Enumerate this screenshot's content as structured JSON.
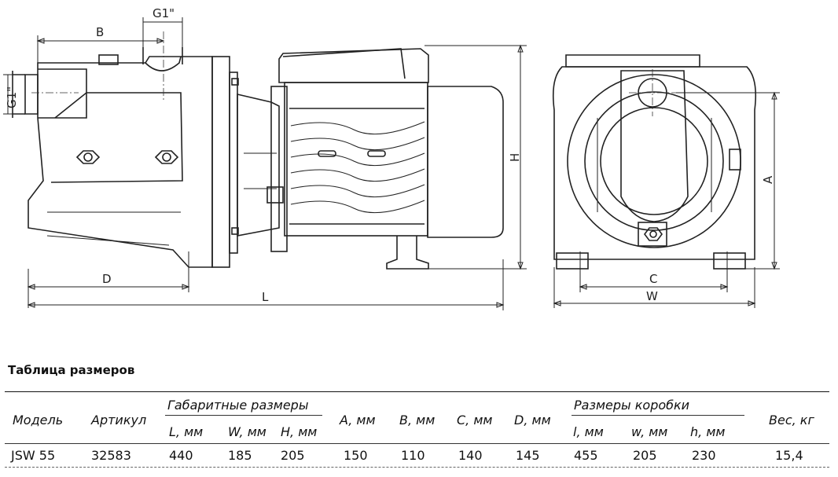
{
  "drawing": {
    "labels": {
      "g1_top": "G1\"",
      "g1_side": "G1\"",
      "b": "B",
      "d": "D",
      "l": "L",
      "h": "H",
      "a": "A",
      "c": "C",
      "w": "W"
    }
  },
  "table": {
    "title": "Таблица размеров",
    "headers": {
      "model": "Модель",
      "article": "Артикул",
      "overall_dims": "Габаритные размеры",
      "l": "L, мм",
      "w": "W, мм",
      "h": "H, мм",
      "a": "A, мм",
      "b": "B, мм",
      "c": "C, мм",
      "d": "D, мм",
      "box_dims": "Размеры коробки",
      "bl": "l, мм",
      "bw": "w, мм",
      "bh": "h, мм",
      "weight": "Вес, кг"
    },
    "row": {
      "model": "JSW 55",
      "article": "32583",
      "l": "440",
      "w": "185",
      "h": "205",
      "a": "150",
      "b": "110",
      "c": "140",
      "d": "145",
      "bl": "455",
      "bw": "205",
      "bh": "230",
      "weight": "15,4"
    }
  }
}
